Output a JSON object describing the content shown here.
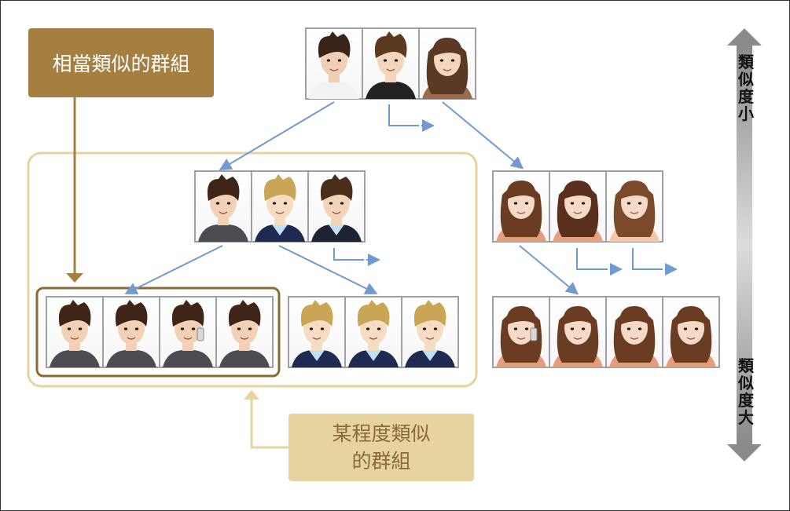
{
  "labels": {
    "strong_group": "相當類似的群組",
    "weak_group_line1": "某程度類似",
    "weak_group_line2": "的群組",
    "similarity_low": [
      "類",
      "似",
      "度",
      "小"
    ],
    "similarity_high": [
      "類",
      "似",
      "度",
      "大"
    ]
  },
  "colors": {
    "arrow": "#6f9bd0",
    "strong_group_fill": "#a47f3f",
    "weak_group_fill": "#e6d3a0",
    "weak_group_border": "#e6d3a0",
    "frame_border": "#a0a0a0",
    "scale_bar": "#9a9a9a"
  },
  "tree": {
    "root": {
      "faces": [
        "male-dark-hair",
        "male-brown-hair",
        "female-long-hair"
      ]
    },
    "level1_male": {
      "faces": [
        "male-spiky-hair",
        "male-blond-hair",
        "male-short-hair"
      ]
    },
    "level1_female": {
      "faces": [
        "female-bangs",
        "female-long-hair-smile",
        "female-side-swept"
      ]
    },
    "level2_male_a": {
      "faces": [
        "male-spiky-hair",
        "male-spiky-hair",
        "male-spiky-hair-phone",
        "male-spiky-hair"
      ]
    },
    "level2_male_b": {
      "faces": [
        "male-blond-hair",
        "male-blond-hair",
        "male-blond-hair"
      ]
    },
    "level2_female": {
      "faces": [
        "female-bangs-phone",
        "female-bangs",
        "female-bangs",
        "female-bangs"
      ]
    }
  }
}
